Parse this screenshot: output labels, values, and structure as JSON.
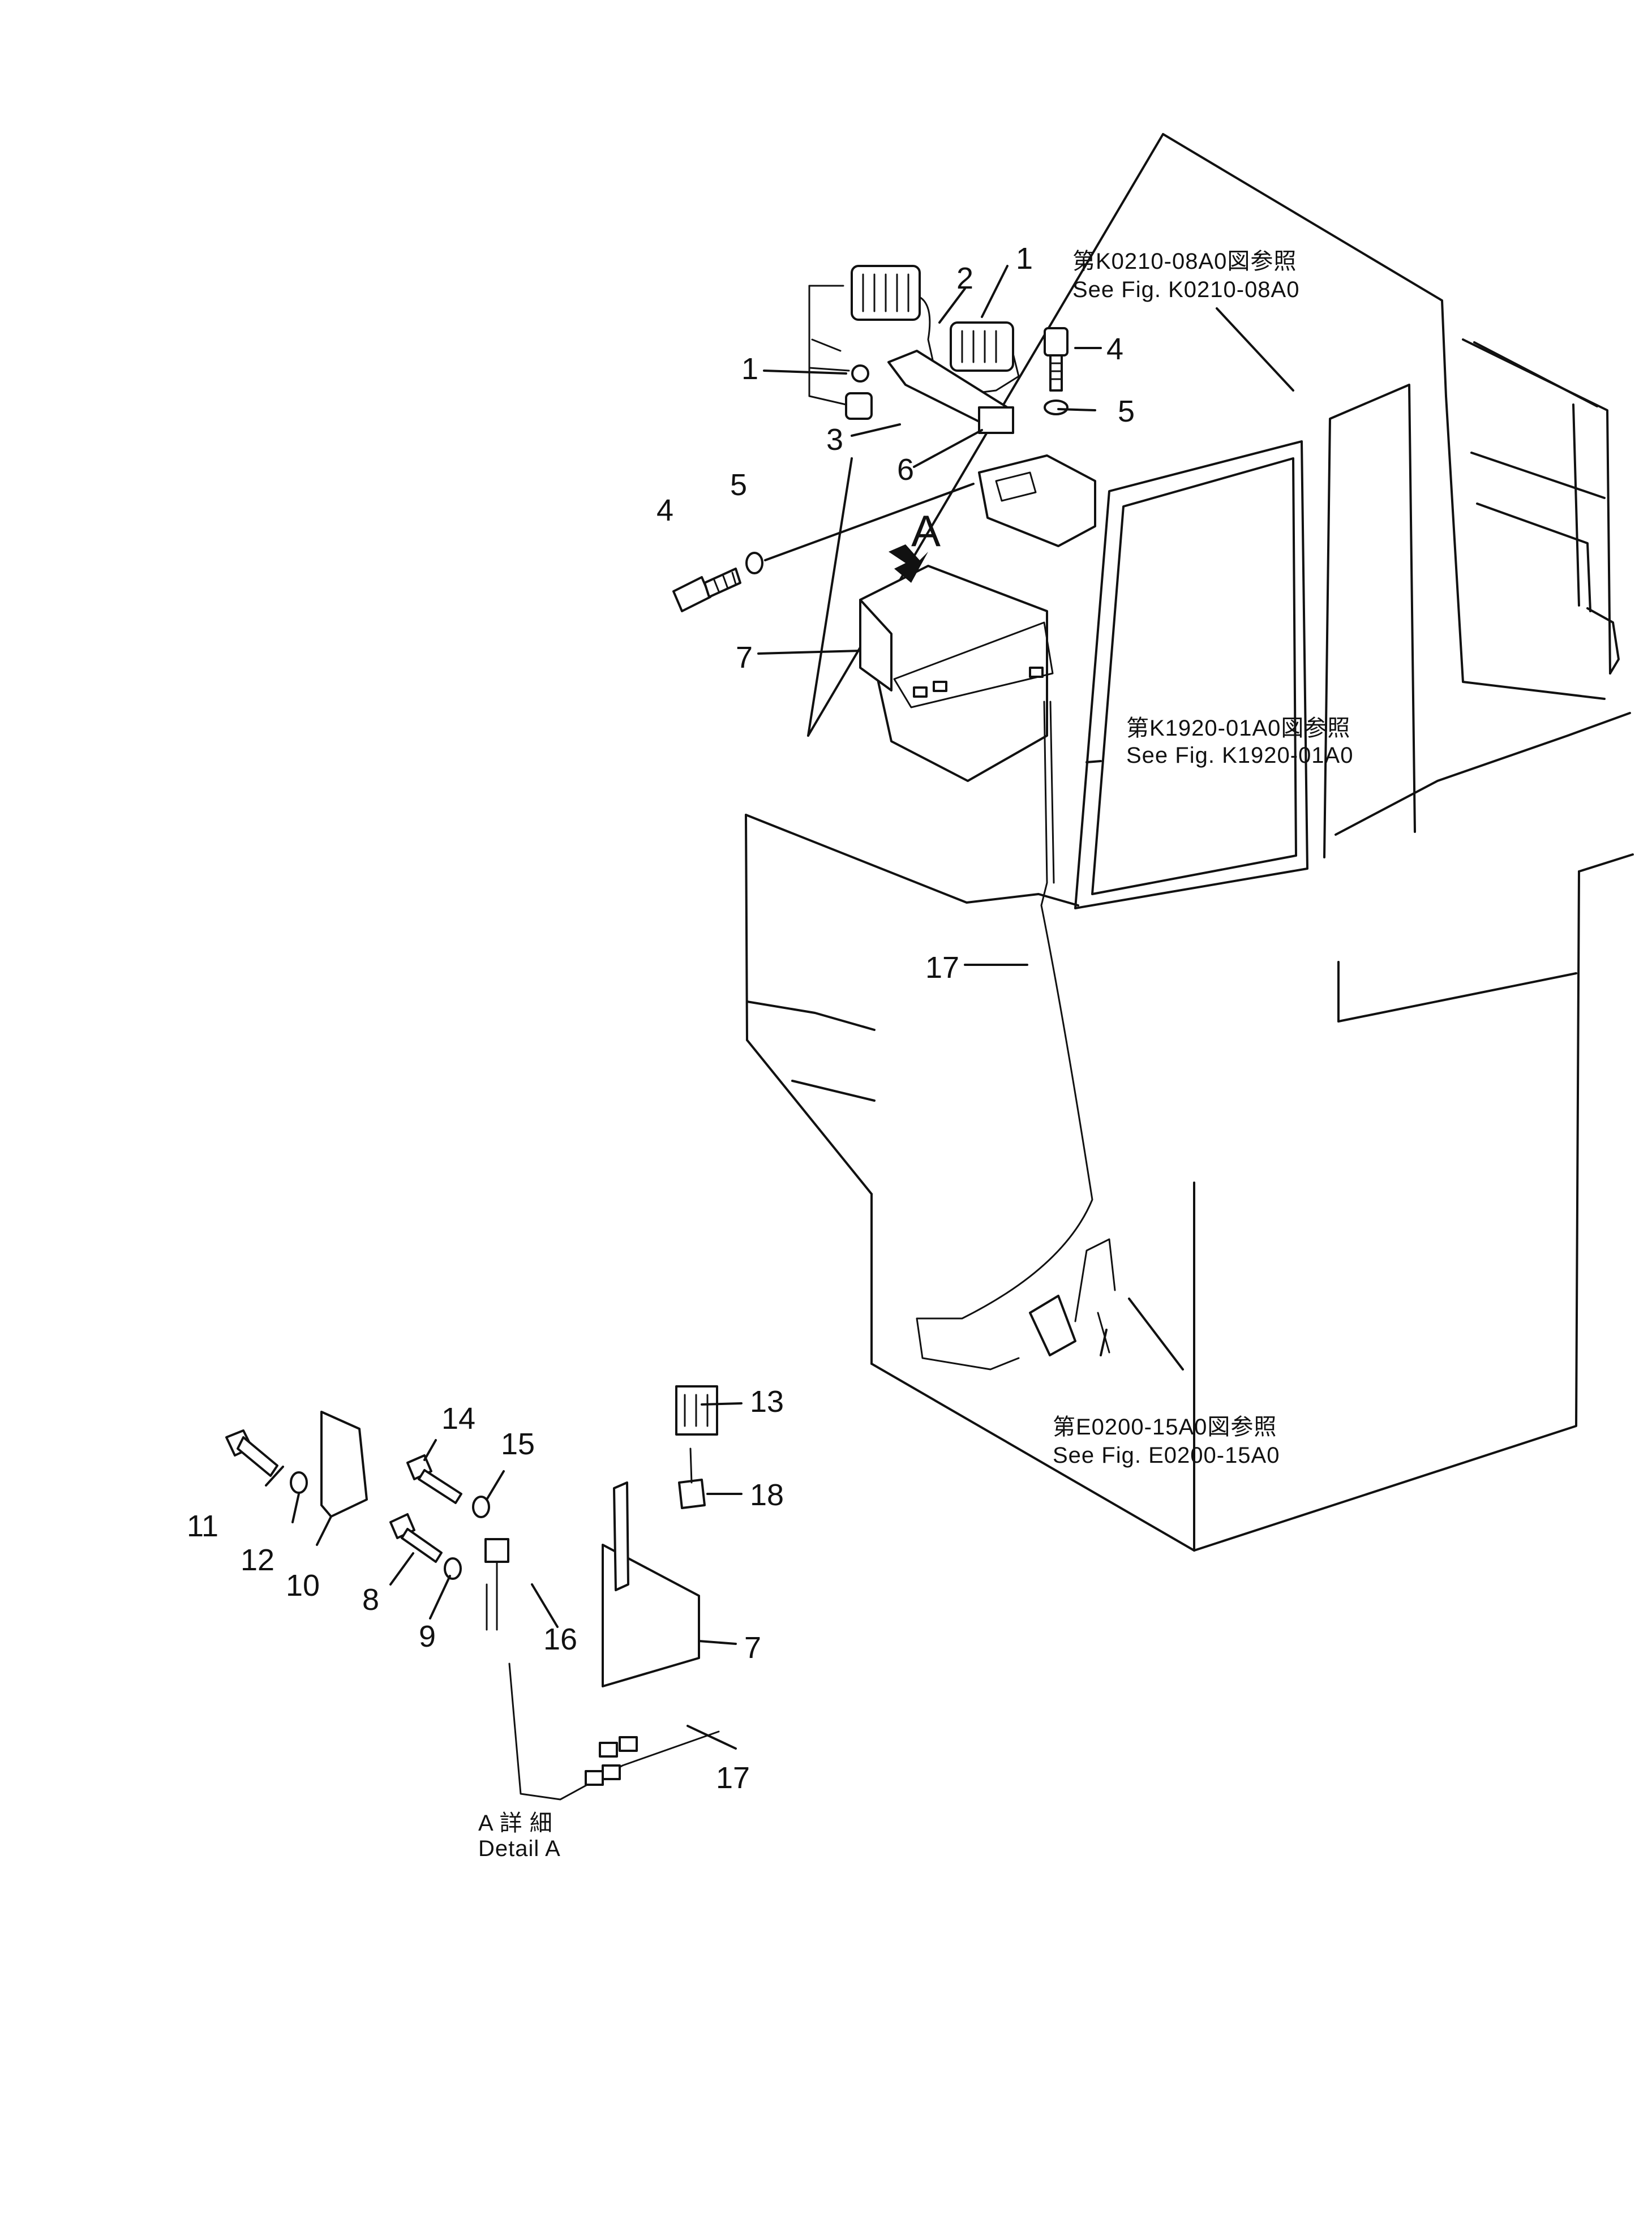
{
  "callouts": {
    "c1a": "1",
    "c1b": "1",
    "c2": "2",
    "c3": "3",
    "c4a": "4",
    "c4b": "4",
    "c5a": "5",
    "c5b": "5",
    "c6": "6",
    "c7a": "7",
    "c17a": "17",
    "c7b": "7",
    "c8": "8",
    "c9": "9",
    "c10": "10",
    "c11": "11",
    "c12": "12",
    "c13": "13",
    "c14": "14",
    "c15": "15",
    "c16": "16",
    "c17b": "17",
    "c18": "18"
  },
  "arrow_label": "A",
  "references": {
    "k0210_jp": "第K0210-08A0図参照",
    "k0210_en": "See  Fig. K0210-08A0",
    "k1920_jp": "第K1920-01A0図参照",
    "k1920_en": "See  Fig. K1920-01A0",
    "e0200_jp": "第E0200-15A0図参照",
    "e0200_en": "See  Fig. E0200-15A0"
  },
  "detail": {
    "jp": "A 詳 細",
    "en": "Detail A"
  }
}
